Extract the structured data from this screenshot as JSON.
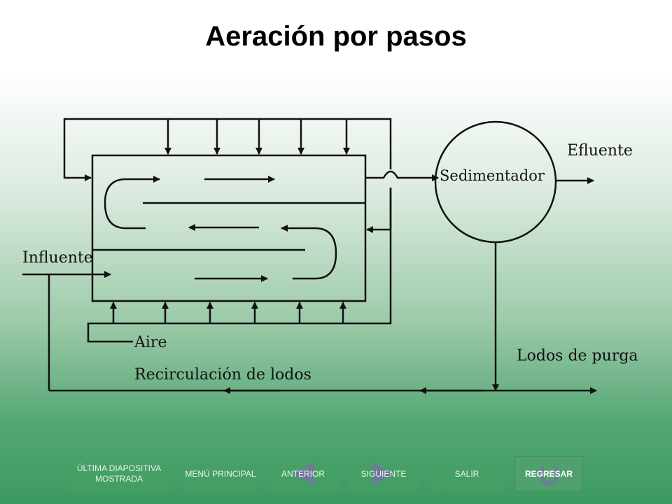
{
  "title": "Aeración por pasos",
  "diagram": {
    "labels": {
      "influent": "Influente",
      "effluent": "Efluente",
      "clarifier": "Sedimentador",
      "air": "Aire",
      "sludge_recirculation": "Recirculación de lodos",
      "waste_sludge": "Lodos de purga"
    }
  },
  "nav": {
    "last_slide": "ÚLTIMA DIAPOSITIVA MOSTRADA",
    "main_menu": "MENÚ PRINCIPAL",
    "previous": "ANTERIOR",
    "next": "SIGUIENTE",
    "exit": "SALIR",
    "back": "REGRESAR"
  },
  "colors": {
    "line": "#111111",
    "nav_bg": "#46a064",
    "nav_text": "#e9f4ec"
  }
}
